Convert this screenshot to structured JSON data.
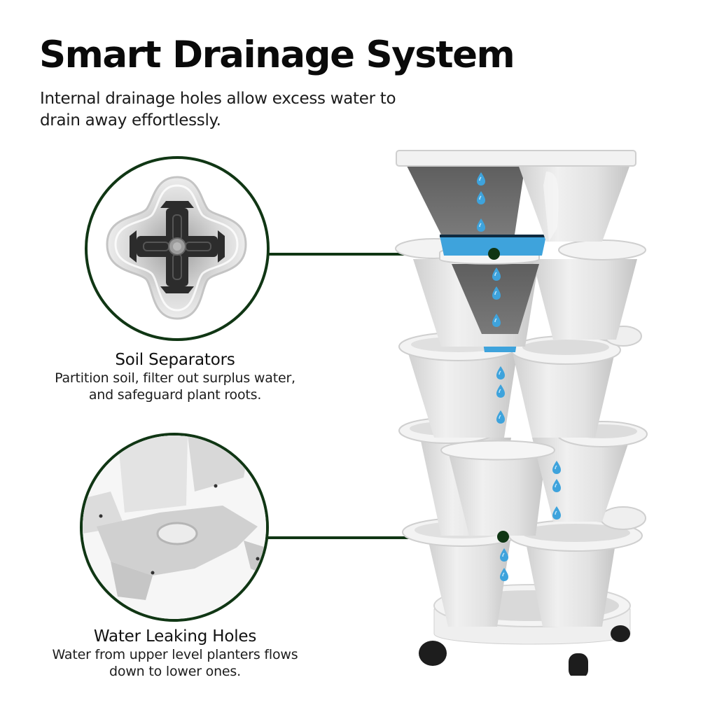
{
  "header": {
    "title": "Smart Drainage System",
    "subtitle": "Internal drainage holes allow excess water to drain away effortlessly."
  },
  "features": [
    {
      "title": "Soil Separators",
      "description": "Partition soil, filter out surplus water, and safeguard plant roots.",
      "image": "soil-separator-top-view"
    },
    {
      "title": "Water Leaking Holes",
      "description": "Water from upper level planters flows down to lower ones.",
      "image": "planter-bottom-drain-holes"
    }
  ],
  "product": {
    "name": "stackable-planter-tower",
    "tiers": 5,
    "base": "rolling-saucer-with-casters"
  },
  "colors": {
    "accent_green": "#103614",
    "water_blue": "#3ea3dc",
    "planter_white": "#e9e9e9",
    "planter_shadow": "#c9c9c9",
    "cutaway_gray": "#6b6b6b",
    "separator_black": "#2c2c2c",
    "title_text": "#0a0a0a"
  }
}
